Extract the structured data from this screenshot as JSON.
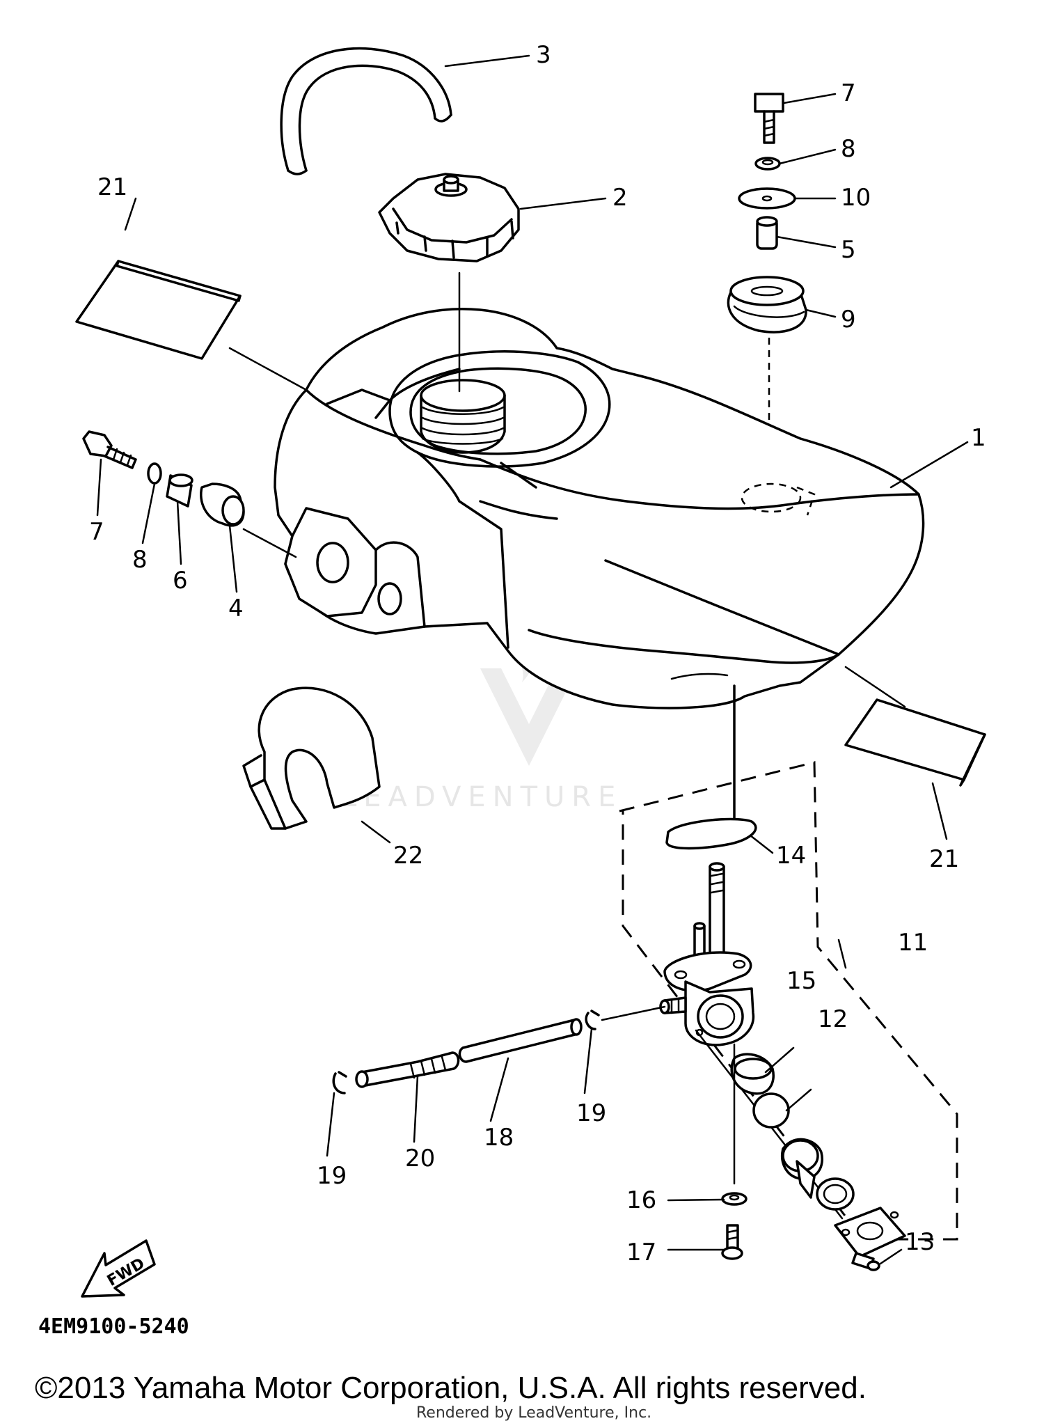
{
  "diagram": {
    "part_code": "4EM9100-5240",
    "copyright": "©2013 Yamaha Motor Corporation, U.S.A. All rights reserved.",
    "rendered_by": "Rendered by LeadVenture, Inc.",
    "watermark": "LEADVENTURE",
    "fwd_label": "FWD"
  },
  "callouts": [
    "1",
    "2",
    "3",
    "4",
    "5",
    "6",
    "7",
    "8",
    "9",
    "10",
    "11",
    "12",
    "13",
    "14",
    "15",
    "16",
    "17",
    "18",
    "19",
    "20",
    "21",
    "22"
  ],
  "labels": {
    "c1": "1",
    "c2": "2",
    "c3": "3",
    "c4": "4",
    "c5": "5",
    "c6": "6",
    "c7a": "7",
    "c7b": "7",
    "c8a": "8",
    "c8b": "8",
    "c9": "9",
    "c10": "10",
    "c11": "11",
    "c12": "12",
    "c13": "13",
    "c14": "14",
    "c15": "15",
    "c16": "16",
    "c17": "17",
    "c18": "18",
    "c19a": "19",
    "c19b": "19",
    "c20": "20",
    "c21a": "21",
    "c21b": "21",
    "c22": "22"
  }
}
